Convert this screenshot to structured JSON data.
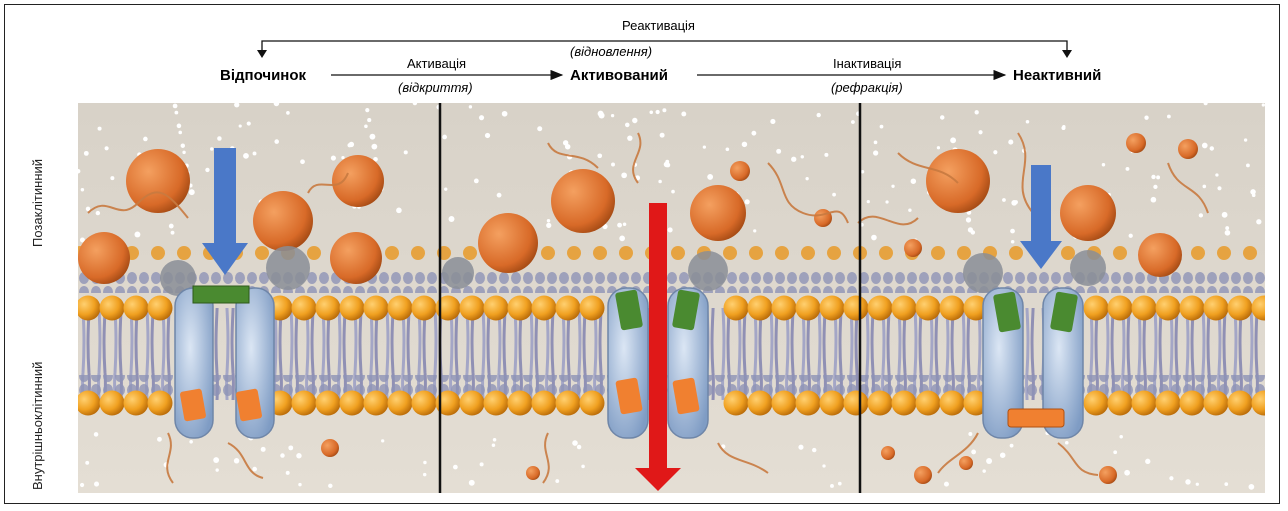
{
  "transitions": {
    "reactivation": "Реактивація",
    "reactivation_note": "(відновлення)",
    "activation": "Активація",
    "activation_note": "(відкриття)",
    "inactivation": "Інактивація",
    "inactivation_note": "(рефракція)"
  },
  "states": {
    "rest": "Відпочинок",
    "activated": "Активований",
    "inactive": "Неактивний"
  },
  "side_labels": {
    "extracellular": "Позаклітинний",
    "intracellular": "Внутрішньоклітинний"
  },
  "colors": {
    "membrane_head": "#f0a020",
    "tail": "#a8a8c8",
    "channel": "#9fb8d8",
    "gate_green": "#4a8a30",
    "gate_orange": "#f08030",
    "arrow_blue": "#4a78c8",
    "arrow_red": "#e01818",
    "background": "#ddd6cc"
  }
}
